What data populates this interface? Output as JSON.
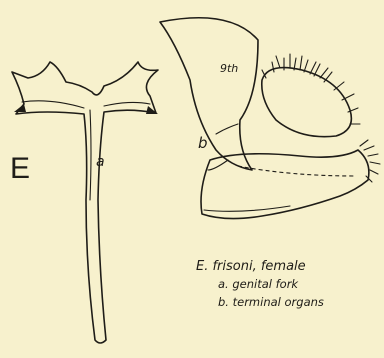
{
  "figure": {
    "letter": "E",
    "label_a": "a",
    "label_b": "b",
    "segment_label": "9th"
  },
  "caption": {
    "line1": "E. frisoni, female",
    "line2": "a. genital fork",
    "line3": "b. terminal organs"
  }
}
